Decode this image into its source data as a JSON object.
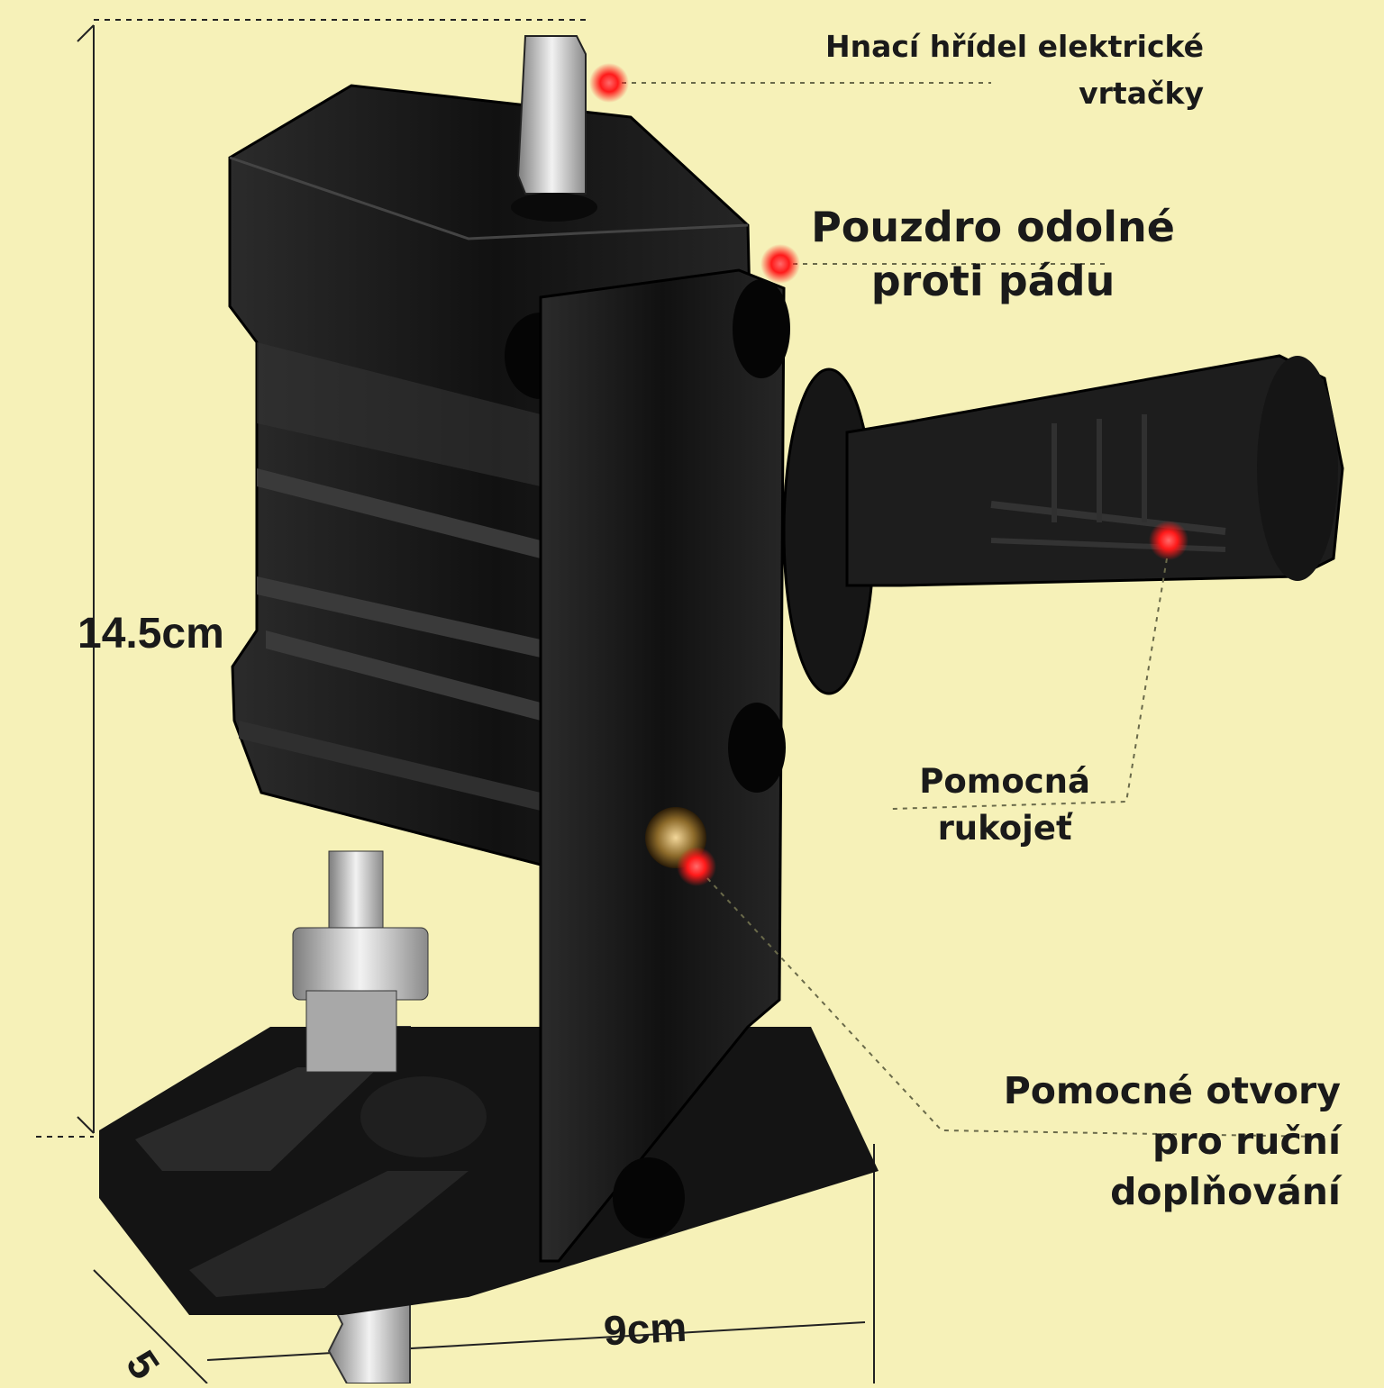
{
  "callouts": {
    "drive_shaft": [
      "Hnací hřídel elektrické",
      "vrtačky"
    ],
    "housing": [
      "Pouzdro odolné",
      "proti pádu"
    ],
    "aux_handle": [
      "Pomocná",
      "rukojeť"
    ],
    "holes": [
      "Pomocné otvory",
      "pro ruční",
      "doplňování"
    ]
  },
  "dimensions": {
    "height": "14.5cm",
    "width": "9cm",
    "depth": "5"
  },
  "colors": {
    "background": "#f6f1b8",
    "body": "#1a1a1a",
    "marker": "#ff2a2a",
    "steel": "#c9c9c9"
  }
}
